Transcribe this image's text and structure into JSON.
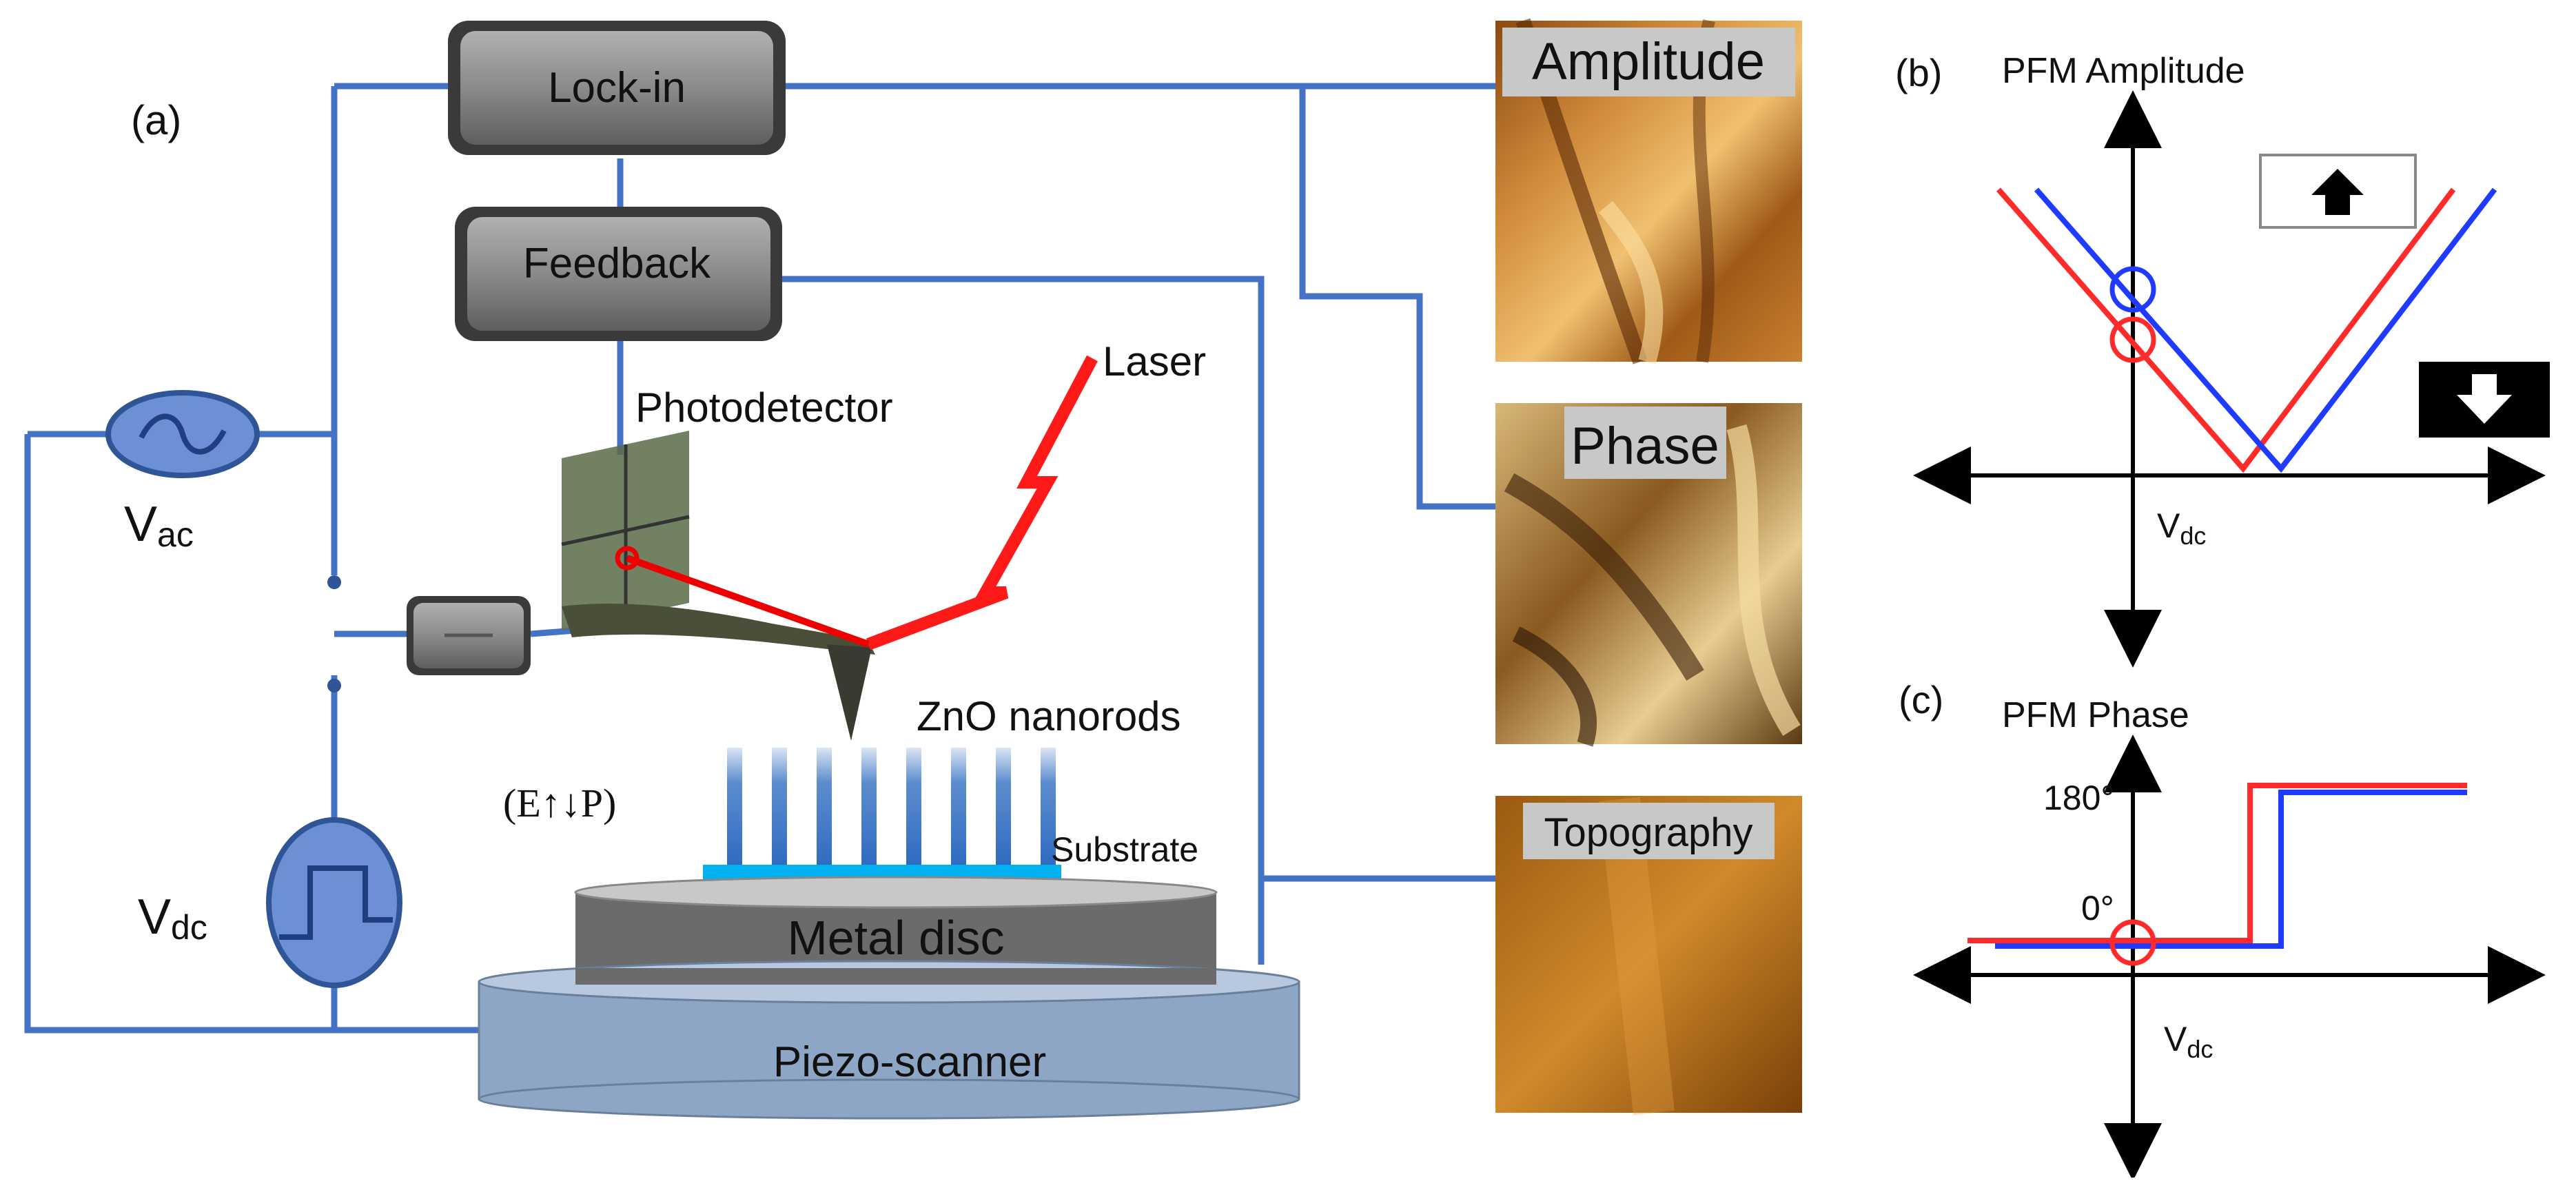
{
  "panel_a": {
    "label": "(a)",
    "lockin": "Lock-in",
    "feedback": "Feedback",
    "photodetector": "Photodetector",
    "laser": "Laser",
    "vac_main": "V",
    "vac_sub": "ac",
    "vdc_main": "V",
    "vdc_sub": "dc",
    "nanorods": "ZnO nanorods",
    "field_label": "(E↑↓P)",
    "substrate": "Substrate",
    "metal_disc": "Metal disc",
    "piezo": "Piezo-scanner"
  },
  "images": {
    "amplitude": "Amplitude",
    "phase": "Phase",
    "topography": "Topography"
  },
  "panel_b": {
    "label": "(b)",
    "title": "PFM Amplitude",
    "xaxis_main": "V",
    "xaxis_sub": "dc"
  },
  "panel_c": {
    "label": "(c)",
    "title": "PFM Phase",
    "tick_180": "180°",
    "tick_0": "0°",
    "xaxis_main": "V",
    "xaxis_sub": "dc"
  },
  "colors": {
    "wire": "#4472c4",
    "red": "#ff2a2a",
    "blue": "#1f3bff",
    "box_fill": "#8a8a8a"
  }
}
